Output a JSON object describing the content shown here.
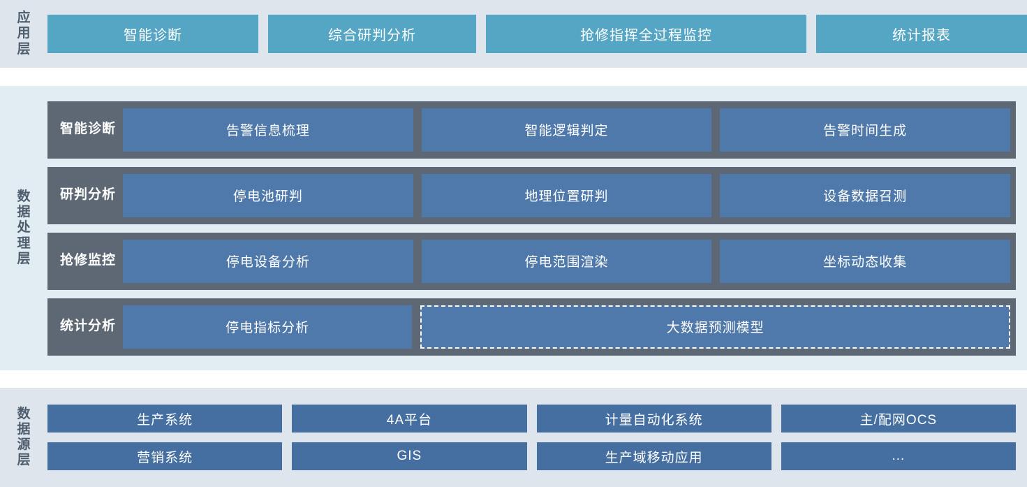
{
  "layers": {
    "application": {
      "label": "应用层",
      "items": [
        {
          "label": "智能诊断"
        },
        {
          "label": "综合研判分析"
        },
        {
          "label": "抢修指挥全过程监控"
        },
        {
          "label": "统计报表"
        }
      ]
    },
    "processing": {
      "label": "数据处理层",
      "rows": [
        {
          "label": "智能诊断",
          "boxes": [
            {
              "label": "告警信息梳理",
              "dashed": false
            },
            {
              "label": "智能逻辑判定",
              "dashed": false
            },
            {
              "label": "告警时间生成",
              "dashed": false
            }
          ]
        },
        {
          "label": "研判分析",
          "boxes": [
            {
              "label": "停电池研判",
              "dashed": false
            },
            {
              "label": "地理位置研判",
              "dashed": false
            },
            {
              "label": "设备数据召测",
              "dashed": false
            }
          ]
        },
        {
          "label": "抢修监控",
          "boxes": [
            {
              "label": "停电设备分析",
              "dashed": false
            },
            {
              "label": "停电范围渲染",
              "dashed": false
            },
            {
              "label": "坐标动态收集",
              "dashed": false
            }
          ]
        },
        {
          "label": "统计分析",
          "boxes": [
            {
              "label": "停电指标分析",
              "dashed": false
            },
            {
              "label": "大数据预测模型",
              "dashed": true
            }
          ]
        }
      ]
    },
    "source": {
      "label": "数据源层",
      "rows": [
        [
          "生产系统",
          "4A平台",
          "计量自动化系统",
          "主/配网OCS"
        ],
        [
          "营销系统",
          "GIS",
          "生产域移动应用",
          "..."
        ]
      ]
    }
  },
  "colors": {
    "app_band_bg": "#dfe5ed",
    "app_button": "#55a6c4",
    "processing_band_bg": "#e2edf3",
    "processing_row_bg": "#5d6874",
    "processing_box": "#5079ab",
    "source_band_bg": "#dfe5ed",
    "source_box": "#456fa1",
    "label_text": "#4e5d6e",
    "box_text": "#ffffff"
  }
}
